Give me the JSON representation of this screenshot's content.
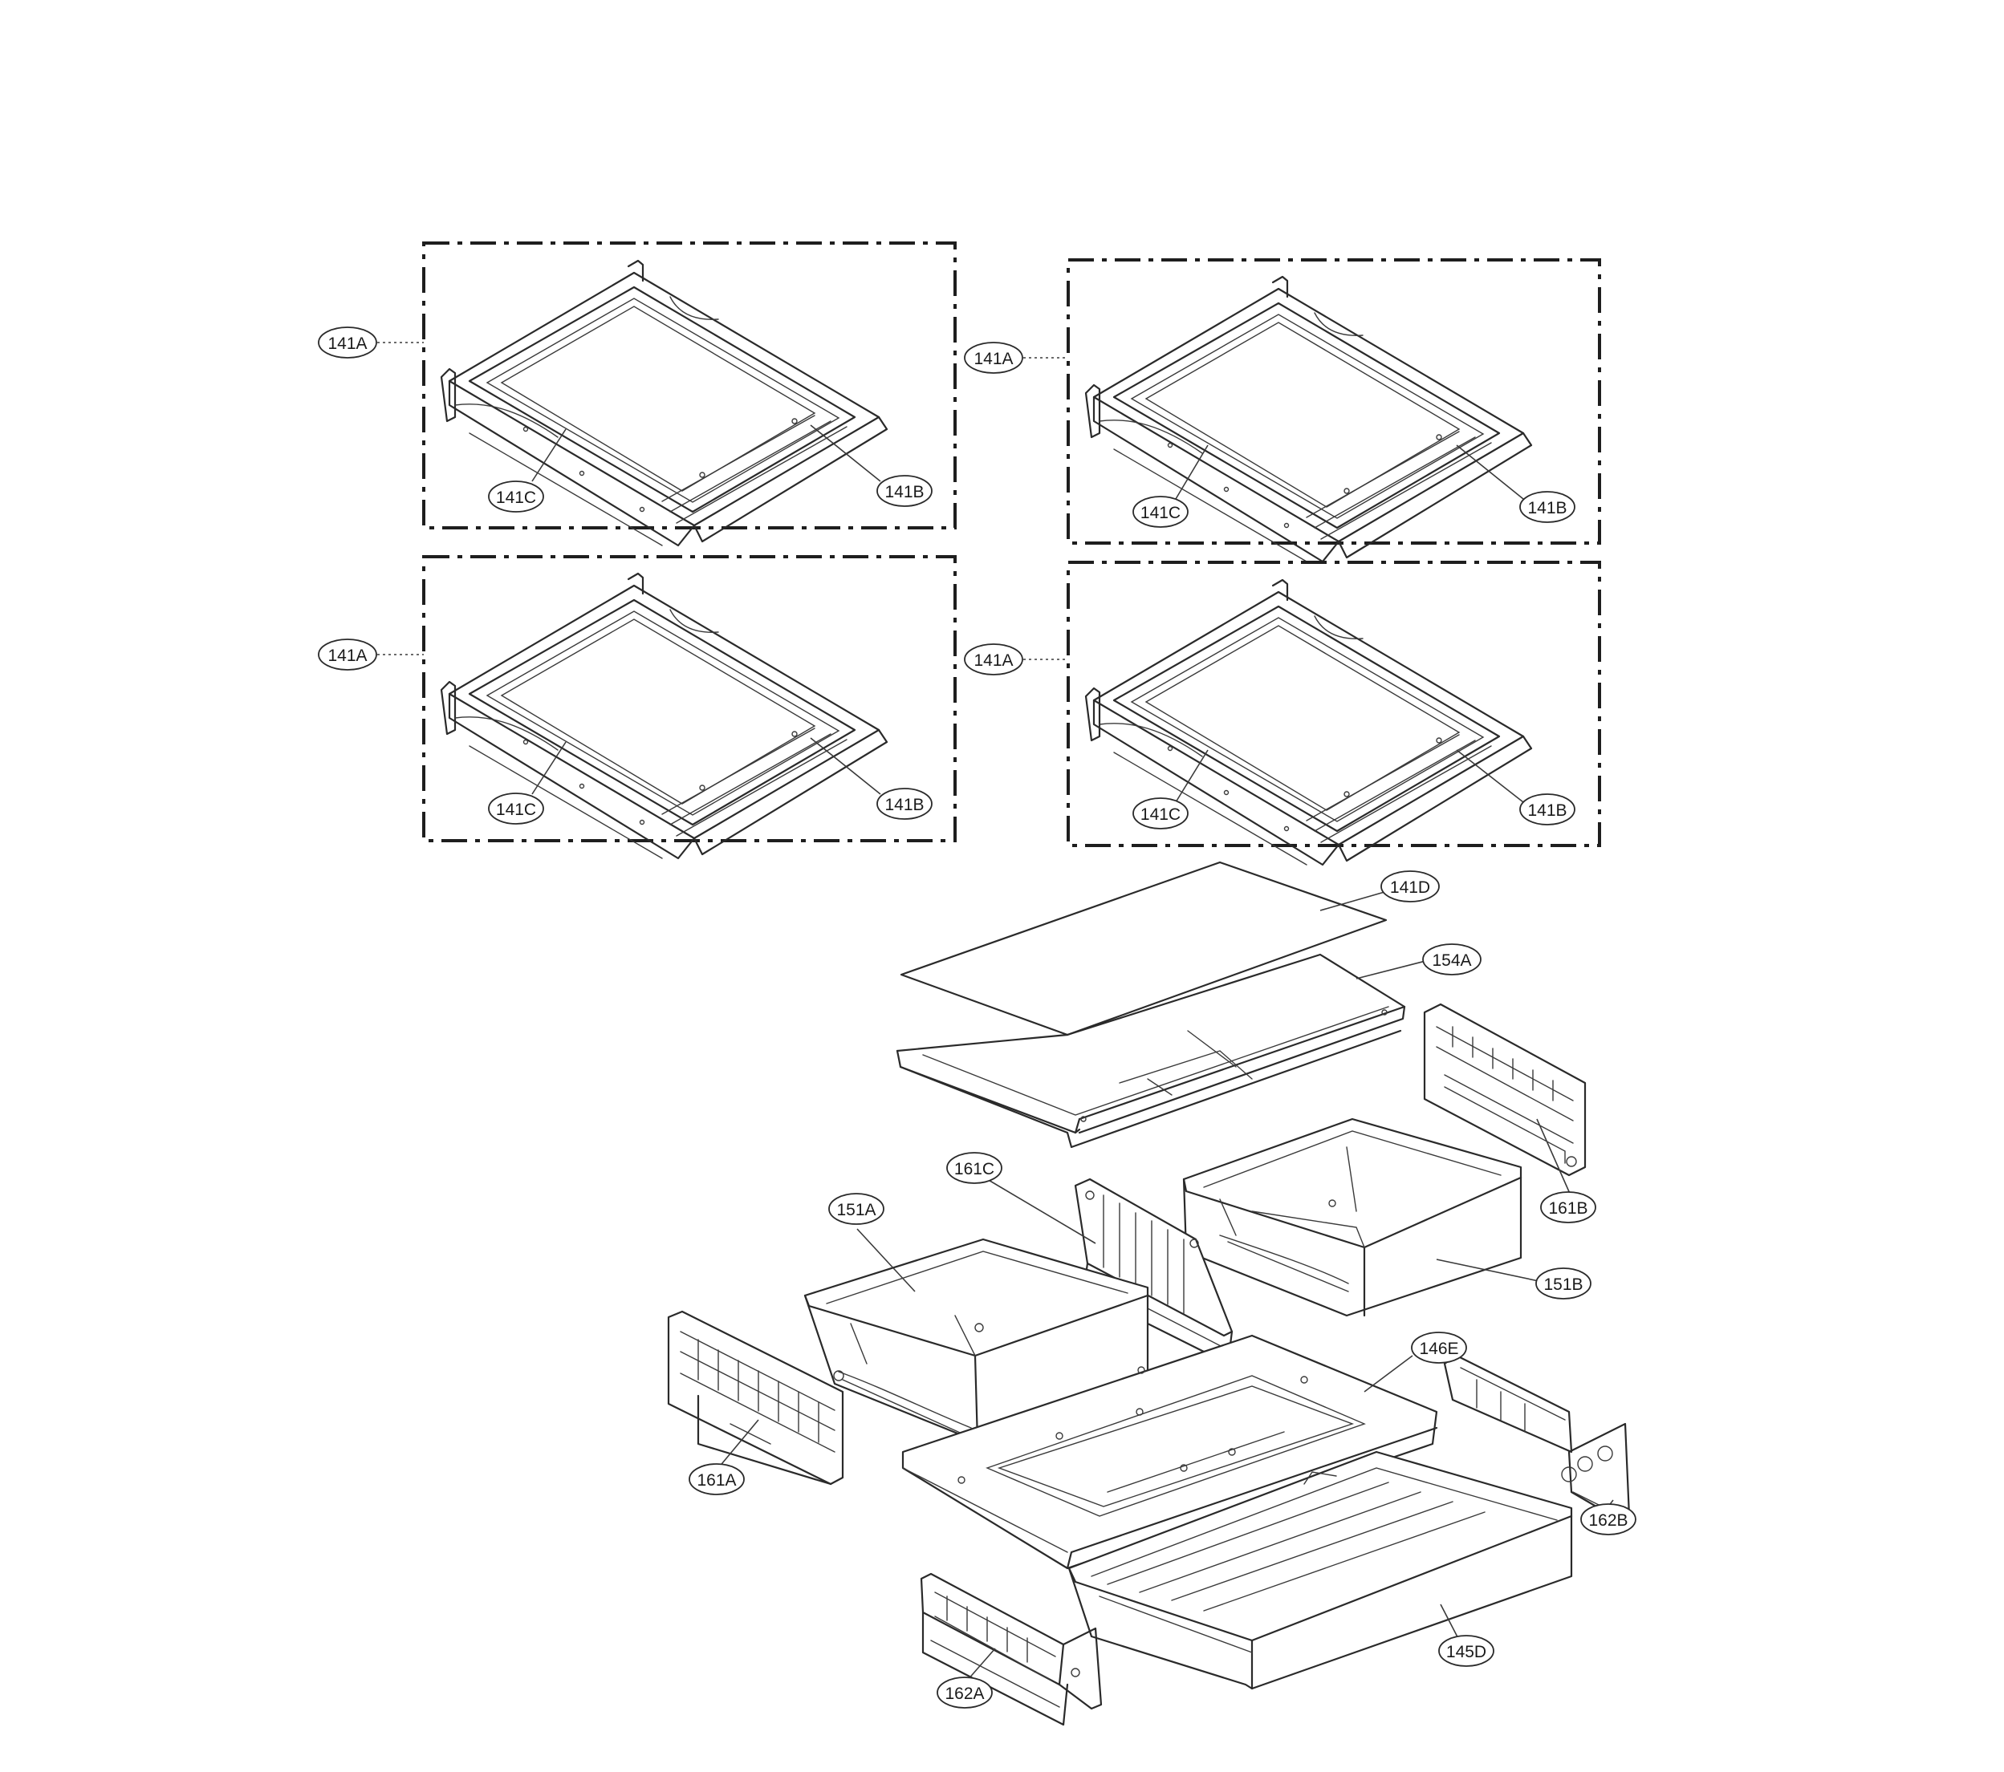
{
  "callouts": {
    "p141A": "141A",
    "p141B": "141B",
    "p141C": "141C",
    "p141D": "141D",
    "p154A": "154A",
    "p161A": "161A",
    "p161B": "161B",
    "p161C": "161C",
    "p151A": "151A",
    "p151B": "151B",
    "p146E": "146E",
    "p162A": "162A",
    "p162B": "162B",
    "p145D": "145D"
  },
  "colors": {
    "line": "#2a2a2a",
    "background": "#ffffff"
  }
}
